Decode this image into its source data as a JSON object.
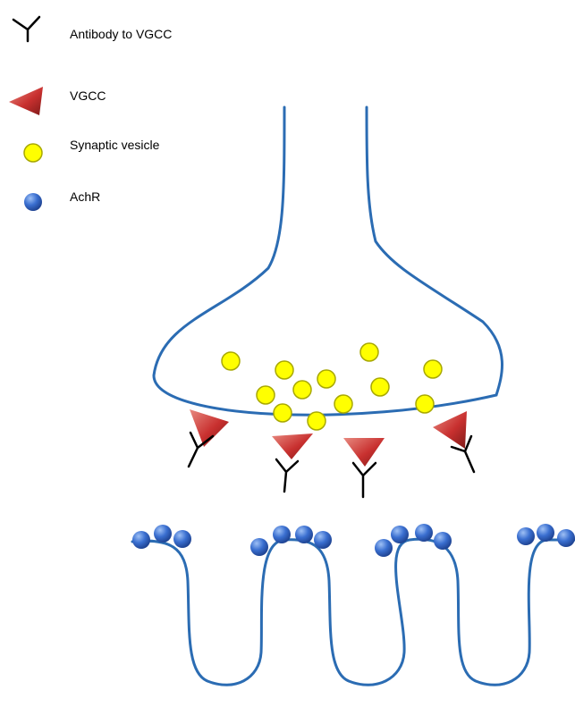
{
  "legend": {
    "items": [
      {
        "symbol": "antibody-icon",
        "label": "Antibody to VGCC"
      },
      {
        "symbol": "vgcc-triangle-icon",
        "label": "VGCC"
      },
      {
        "symbol": "vesicle-circle-icon",
        "label": "Synaptic vesicle"
      },
      {
        "symbol": "achr-sphere-icon",
        "label": "AchR"
      }
    ]
  },
  "colors": {
    "membrane": "#2b6cb3",
    "vgcc": "#c8302f",
    "vesicle_fill": "#ffff00",
    "vesicle_stroke": "#a8a800",
    "achr": "#2f62c4",
    "antibody": "#000000"
  }
}
